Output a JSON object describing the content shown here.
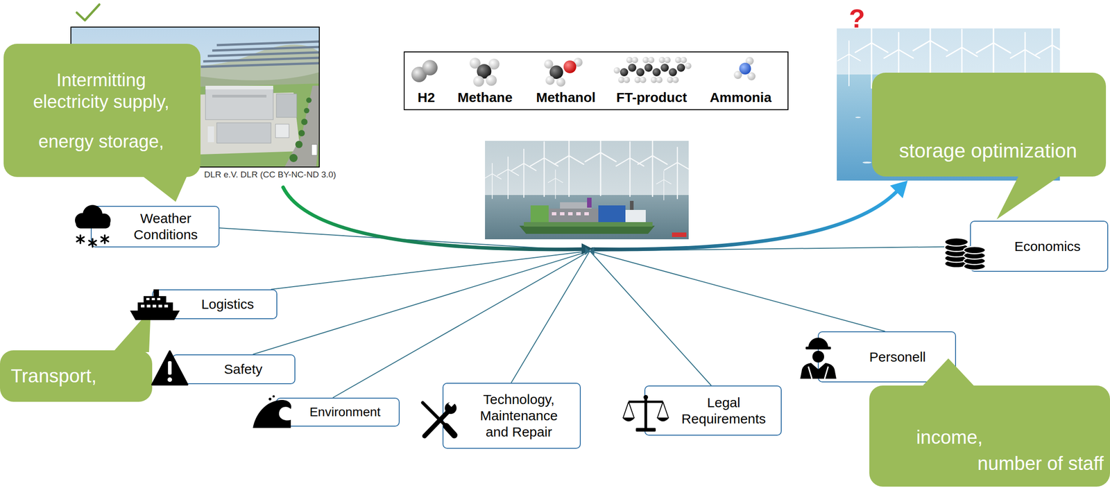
{
  "diagram": {
    "nodes": [
      {
        "text": [
          "Intermitting electricity supply,",
          "energy storage,"
        ]
      },
      {
        "text": [
          "H2",
          "Methane",
          "Methanol",
          "FT-product",
          "Ammonia"
        ]
      },
      {
        "text": [
          "storage optimization"
        ]
      },
      {
        "text": [
          "Weather Conditions"
        ]
      },
      {
        "text": [
          "Economics"
        ]
      },
      {
        "text": [
          "Logistics"
        ]
      },
      {
        "text": [
          "Personell"
        ]
      },
      {
        "text": [
          "Safety"
        ]
      },
      {
        "text": [
          "Transport,"
        ]
      },
      {
        "text": [
          "Environment"
        ]
      },
      {
        "text": [
          "Technology, Maintenance and Repair"
        ]
      },
      {
        "text": [
          "Legal Requirements"
        ]
      },
      {
        "text": [
          "income,",
          "number of staff"
        ]
      }
    ],
    "labels": [
      "DLR e.V. DLR (CC BY-NC-ND 3.0)",
      "?"
    ]
  }
}
